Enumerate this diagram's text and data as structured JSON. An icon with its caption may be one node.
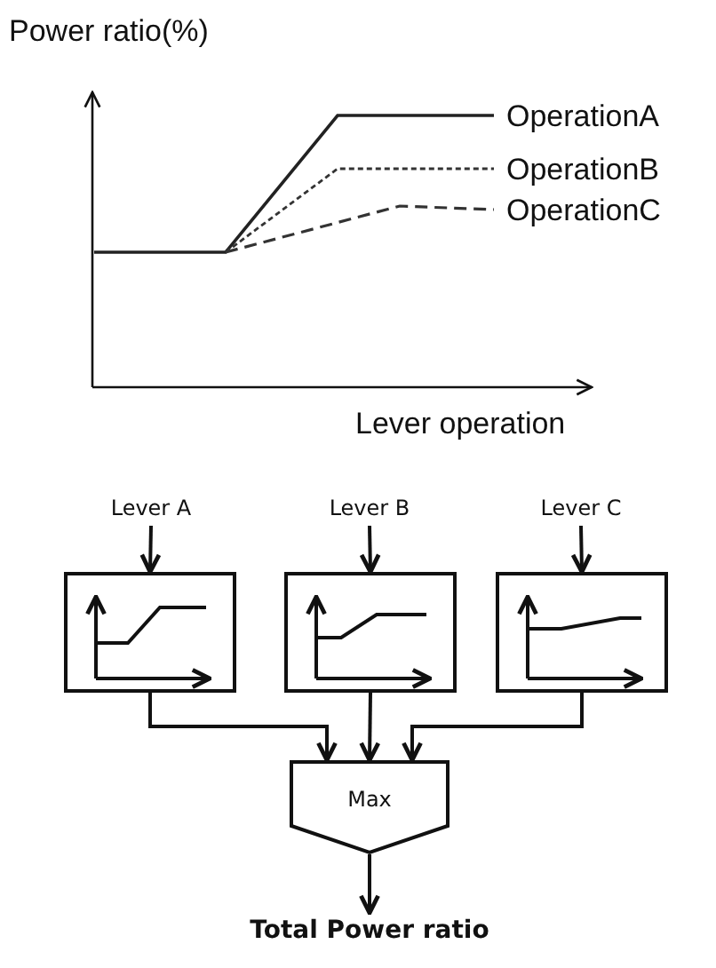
{
  "diagram": {
    "nodes": [
      {
        "text": [
          "Lever A"
        ]
      },
      {
        "text": [
          "Lever B"
        ]
      },
      {
        "text": [
          "Lever C"
        ]
      },
      {
        "text": [],
        "shape": "picture"
      },
      {
        "text": [],
        "shape": "picture"
      },
      {
        "text": [],
        "shape": "picture"
      },
      {
        "text": [
          "Max"
        ]
      },
      {
        "text": [
          "Total Power ratio"
        ]
      }
    ],
    "edges": [
      {
        "from": 0,
        "to": 3,
        "arrow": "to"
      },
      {
        "from": 1,
        "to": 4,
        "arrow": "to"
      },
      {
        "from": 2,
        "to": 5,
        "arrow": "to"
      },
      {
        "from": 3,
        "to": 6,
        "arrow": "to"
      },
      {
        "from": 4,
        "to": 6,
        "arrow": "to"
      },
      {
        "from": 5,
        "to": 6,
        "arrow": "to"
      },
      {
        "from": 6,
        "to": 7,
        "arrow": "to"
      }
    ],
    "labels": [
      "Power ratio(%)",
      "OperationA",
      "OperationB",
      "OperationC",
      "Lever operation"
    ]
  }
}
